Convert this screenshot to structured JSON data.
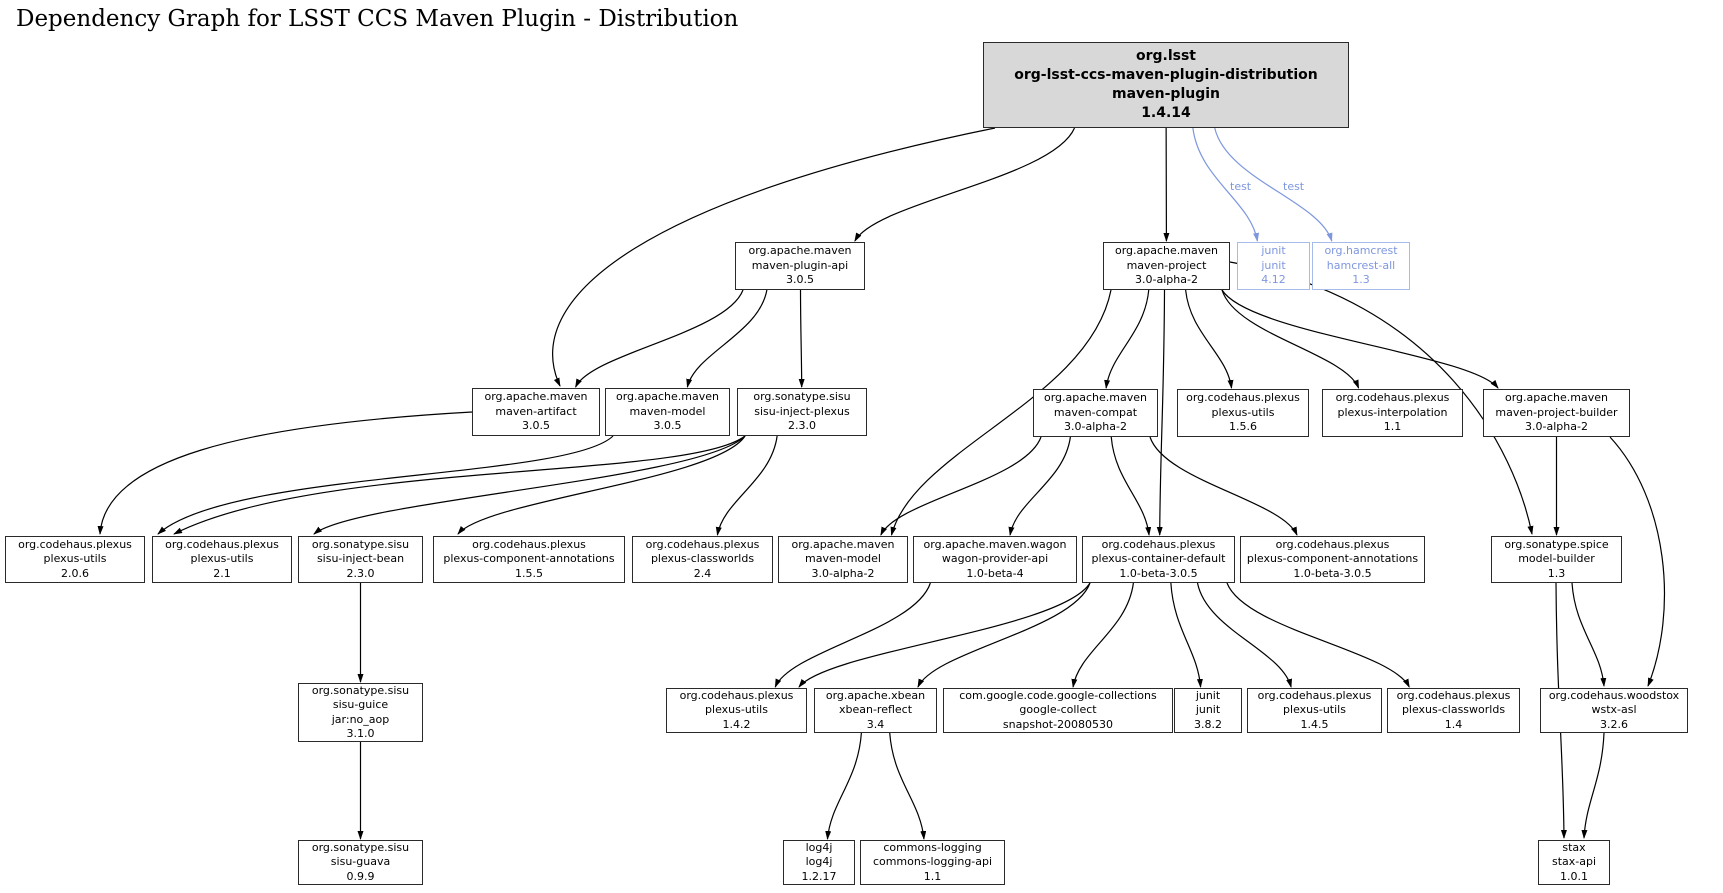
{
  "title": "Dependency Graph for LSST CCS Maven Plugin - Distribution",
  "colors": {
    "background": "#ffffff",
    "node_fill": "#ffffff",
    "node_border": "#2a2a2a",
    "root_fill": "#d8d8d8",
    "edge": "#000000",
    "test_edge": "#7e97de"
  },
  "graph": {
    "nodes": [
      {
        "id": "root",
        "style": "root",
        "lines": [
          "org.lsst",
          "org-lsst-ccs-maven-plugin-distribution",
          "maven-plugin",
          "1.4.14"
        ]
      },
      {
        "id": "maven-plugin-api",
        "lines": [
          "org.apache.maven",
          "maven-plugin-api",
          "3.0.5"
        ]
      },
      {
        "id": "maven-project",
        "lines": [
          "org.apache.maven",
          "maven-project",
          "3.0-alpha-2"
        ]
      },
      {
        "id": "junit4",
        "style": "test",
        "lines": [
          "junit",
          "junit",
          "4.12"
        ]
      },
      {
        "id": "hamcrest",
        "style": "test",
        "lines": [
          "org.hamcrest",
          "hamcrest-all",
          "1.3"
        ]
      },
      {
        "id": "maven-artifact",
        "lines": [
          "org.apache.maven",
          "maven-artifact",
          "3.0.5"
        ]
      },
      {
        "id": "maven-model-305",
        "lines": [
          "org.apache.maven",
          "maven-model",
          "3.0.5"
        ]
      },
      {
        "id": "sisu-inject-plexus",
        "lines": [
          "org.sonatype.sisu",
          "sisu-inject-plexus",
          "2.3.0"
        ]
      },
      {
        "id": "maven-compat",
        "lines": [
          "org.apache.maven",
          "maven-compat",
          "3.0-alpha-2"
        ]
      },
      {
        "id": "plexus-utils-156",
        "lines": [
          "org.codehaus.plexus",
          "plexus-utils",
          "1.5.6"
        ]
      },
      {
        "id": "plexus-interpolation",
        "lines": [
          "org.codehaus.plexus",
          "plexus-interpolation",
          "1.1"
        ]
      },
      {
        "id": "maven-project-builder",
        "lines": [
          "org.apache.maven",
          "maven-project-builder",
          "3.0-alpha-2"
        ]
      },
      {
        "id": "plexus-utils-206",
        "lines": [
          "org.codehaus.plexus",
          "plexus-utils",
          "2.0.6"
        ]
      },
      {
        "id": "plexus-utils-21",
        "lines": [
          "org.codehaus.plexus",
          "plexus-utils",
          "2.1"
        ]
      },
      {
        "id": "sisu-inject-bean",
        "lines": [
          "org.sonatype.sisu",
          "sisu-inject-bean",
          "2.3.0"
        ]
      },
      {
        "id": "plexus-comp-annot-155",
        "lines": [
          "org.codehaus.plexus",
          "plexus-component-annotations",
          "1.5.5"
        ]
      },
      {
        "id": "plexus-classworlds-24",
        "lines": [
          "org.codehaus.plexus",
          "plexus-classworlds",
          "2.4"
        ]
      },
      {
        "id": "maven-model-alpha",
        "lines": [
          "org.apache.maven",
          "maven-model",
          "3.0-alpha-2"
        ]
      },
      {
        "id": "wagon-provider-api",
        "lines": [
          "org.apache.maven.wagon",
          "wagon-provider-api",
          "1.0-beta-4"
        ]
      },
      {
        "id": "plexus-container-default",
        "lines": [
          "org.codehaus.plexus",
          "plexus-container-default",
          "1.0-beta-3.0.5"
        ]
      },
      {
        "id": "plexus-comp-annot-1b305",
        "lines": [
          "org.codehaus.plexus",
          "plexus-component-annotations",
          "1.0-beta-3.0.5"
        ]
      },
      {
        "id": "model-builder",
        "lines": [
          "org.sonatype.spice",
          "model-builder",
          "1.3"
        ]
      },
      {
        "id": "sisu-guice",
        "lines": [
          "org.sonatype.sisu",
          "sisu-guice",
          "jar:no_aop",
          "3.1.0"
        ]
      },
      {
        "id": "plexus-utils-142",
        "lines": [
          "org.codehaus.plexus",
          "plexus-utils",
          "1.4.2"
        ]
      },
      {
        "id": "xbean-reflect",
        "lines": [
          "org.apache.xbean",
          "xbean-reflect",
          "3.4"
        ]
      },
      {
        "id": "google-collections",
        "lines": [
          "com.google.code.google-collections",
          "google-collect",
          "snapshot-20080530"
        ]
      },
      {
        "id": "junit-382",
        "lines": [
          "junit",
          "junit",
          "3.8.2"
        ]
      },
      {
        "id": "plexus-utils-145",
        "lines": [
          "org.codehaus.plexus",
          "plexus-utils",
          "1.4.5"
        ]
      },
      {
        "id": "plexus-classworlds-14",
        "lines": [
          "org.codehaus.plexus",
          "plexus-classworlds",
          "1.4"
        ]
      },
      {
        "id": "woodstox",
        "lines": [
          "org.codehaus.woodstox",
          "wstx-asl",
          "3.2.6"
        ]
      },
      {
        "id": "sisu-guava",
        "lines": [
          "org.sonatype.sisu",
          "sisu-guava",
          "0.9.9"
        ]
      },
      {
        "id": "log4j",
        "lines": [
          "log4j",
          "log4j",
          "1.2.17"
        ]
      },
      {
        "id": "commons-logging",
        "lines": [
          "commons-logging",
          "commons-logging-api",
          "1.1"
        ]
      },
      {
        "id": "stax-api",
        "lines": [
          "stax",
          "stax-api",
          "1.0.1"
        ]
      }
    ],
    "edges": [
      {
        "from": "root",
        "to": "maven-plugin-api"
      },
      {
        "from": "root",
        "to": "maven-artifact"
      },
      {
        "from": "root",
        "to": "maven-project"
      },
      {
        "from": "root",
        "to": "junit4",
        "label": "test",
        "style": "test"
      },
      {
        "from": "root",
        "to": "hamcrest",
        "label": "test",
        "style": "test"
      },
      {
        "from": "maven-plugin-api",
        "to": "maven-artifact"
      },
      {
        "from": "maven-plugin-api",
        "to": "maven-model-305"
      },
      {
        "from": "maven-plugin-api",
        "to": "sisu-inject-plexus"
      },
      {
        "from": "maven-project",
        "to": "maven-compat"
      },
      {
        "from": "maven-project",
        "to": "plexus-utils-156"
      },
      {
        "from": "maven-project",
        "to": "plexus-interpolation"
      },
      {
        "from": "maven-project",
        "to": "maven-project-builder"
      },
      {
        "from": "maven-project",
        "to": "maven-model-alpha"
      },
      {
        "from": "maven-project",
        "to": "plexus-container-default"
      },
      {
        "from": "maven-project",
        "to": "model-builder"
      },
      {
        "from": "maven-compat",
        "to": "maven-model-alpha"
      },
      {
        "from": "maven-compat",
        "to": "wagon-provider-api"
      },
      {
        "from": "maven-compat",
        "to": "plexus-container-default"
      },
      {
        "from": "maven-compat",
        "to": "plexus-comp-annot-1b305"
      },
      {
        "from": "maven-artifact",
        "to": "plexus-utils-206"
      },
      {
        "from": "maven-model-305",
        "to": "plexus-utils-21"
      },
      {
        "from": "sisu-inject-plexus",
        "to": "plexus-utils-21"
      },
      {
        "from": "sisu-inject-plexus",
        "to": "sisu-inject-bean"
      },
      {
        "from": "sisu-inject-plexus",
        "to": "plexus-comp-annot-155"
      },
      {
        "from": "sisu-inject-plexus",
        "to": "plexus-classworlds-24"
      },
      {
        "from": "maven-project-builder",
        "to": "model-builder"
      },
      {
        "from": "maven-project-builder",
        "to": "woodstox"
      },
      {
        "from": "model-builder",
        "to": "woodstox"
      },
      {
        "from": "model-builder",
        "to": "stax-api"
      },
      {
        "from": "woodstox",
        "to": "stax-api"
      },
      {
        "from": "wagon-provider-api",
        "to": "plexus-utils-142"
      },
      {
        "from": "plexus-container-default",
        "to": "plexus-utils-142"
      },
      {
        "from": "plexus-container-default",
        "to": "xbean-reflect"
      },
      {
        "from": "plexus-container-default",
        "to": "google-collections"
      },
      {
        "from": "plexus-container-default",
        "to": "junit-382"
      },
      {
        "from": "plexus-container-default",
        "to": "plexus-utils-145"
      },
      {
        "from": "plexus-container-default",
        "to": "plexus-classworlds-14"
      },
      {
        "from": "sisu-inject-bean",
        "to": "sisu-guice"
      },
      {
        "from": "sisu-guice",
        "to": "sisu-guava"
      },
      {
        "from": "xbean-reflect",
        "to": "log4j"
      },
      {
        "from": "xbean-reflect",
        "to": "commons-logging"
      }
    ]
  }
}
